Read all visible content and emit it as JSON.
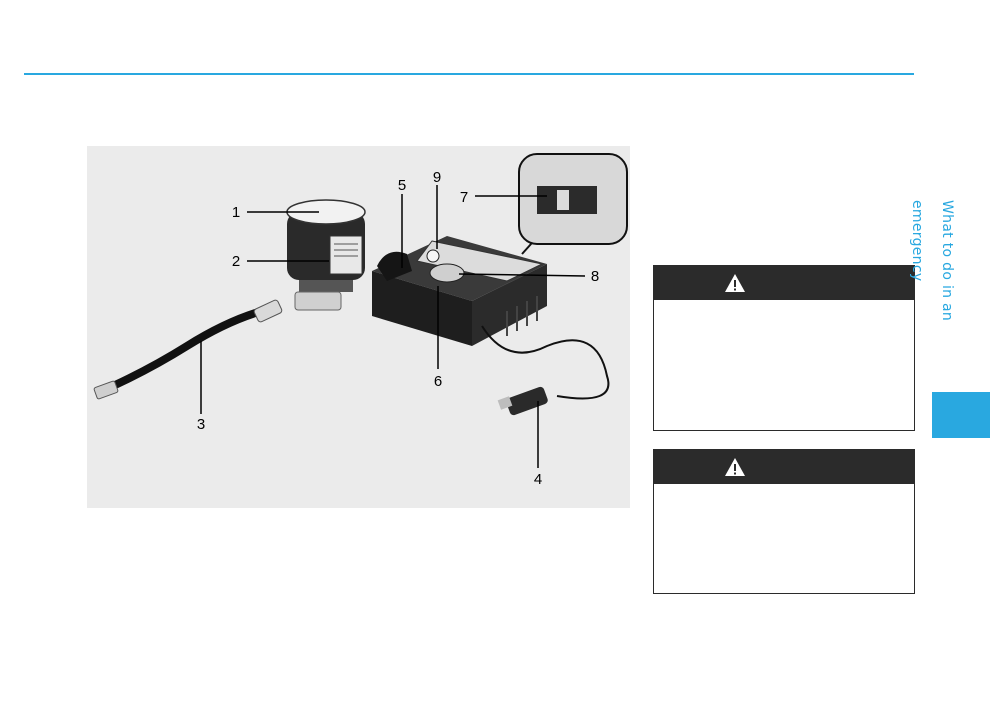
{
  "side_tab": {
    "label": "What to do in an emergency"
  },
  "figure": {
    "callouts": [
      "1",
      "2",
      "3",
      "4",
      "5",
      "6",
      "7",
      "8",
      "9"
    ]
  },
  "warnings": [
    {
      "icon": "warning-triangle-icon"
    },
    {
      "icon": "warning-triangle-icon"
    }
  ],
  "colors": {
    "accent": "#29a8e0",
    "warning_header": "#2b2b2b",
    "figure_bg": "#ebebeb"
  }
}
